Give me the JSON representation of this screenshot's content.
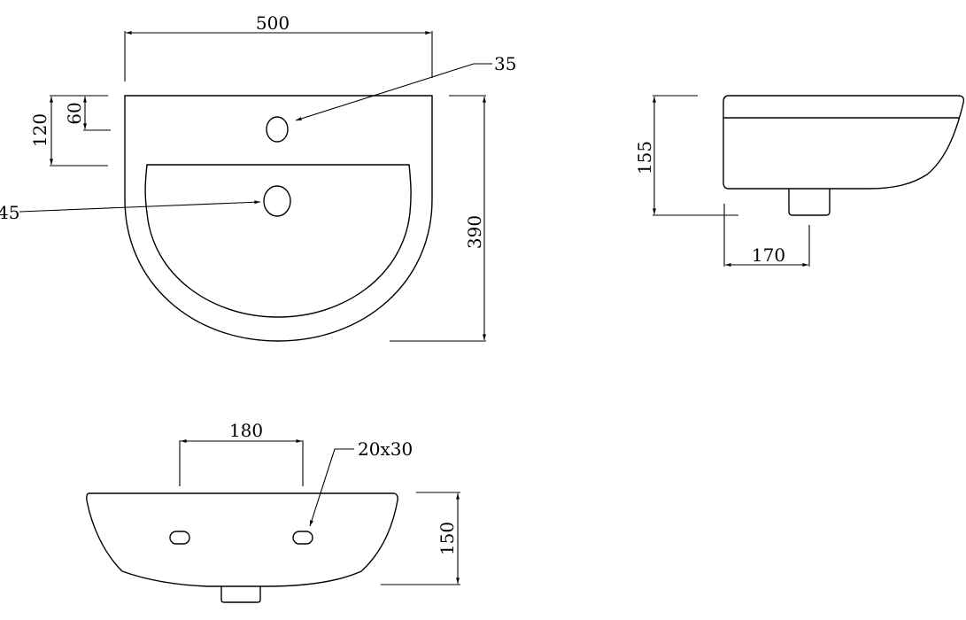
{
  "drawing": {
    "line_color": "#000000",
    "background": "#ffffff",
    "top_view": {
      "width_label": "500",
      "depth_label": "390",
      "tap_hole_label": "35",
      "waste_hole_label": "45",
      "tap_offset_label": "120",
      "tap_offset_small_label": "60"
    },
    "side_view": {
      "height_label": "155",
      "waste_offset_label": "170"
    },
    "front_view": {
      "fixing_spacing_label": "180",
      "fixing_hole_label": "20x30",
      "height_label": "150"
    }
  }
}
